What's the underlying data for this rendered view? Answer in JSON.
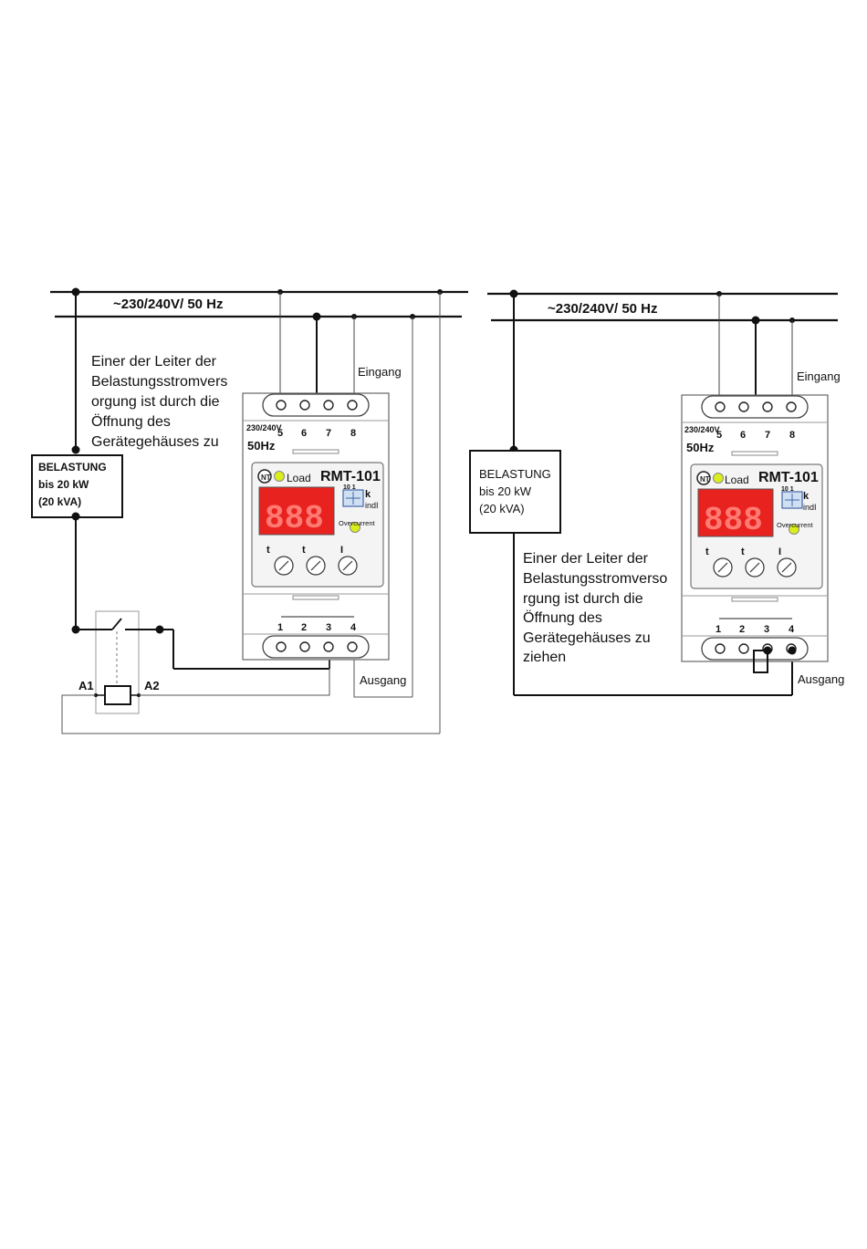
{
  "supply": {
    "label": "~230/240V/ 50 Hz"
  },
  "left": {
    "note": [
      "Einer der Leiter der",
      "Belastungsstromvers",
      "orgung ist durch die",
      "Öffnung des",
      "Gerätegehäuses zu"
    ],
    "load": [
      "BELASTUNG",
      "bis 20 kW",
      "(20 kVA)"
    ],
    "input_label": "Eingang",
    "output_label": "Ausgang",
    "contactor": {
      "a1": "A1",
      "a2": "A2"
    }
  },
  "right": {
    "note": [
      "Einer der Leiter der",
      "Belastungsstromverso",
      "rgung ist durch die",
      "Öffnung des",
      "Gerätegehäuses zu",
      "ziehen"
    ],
    "load": [
      "BELASTUNG",
      "bis 20 kW",
      "(20 kVA)"
    ],
    "input_label": "Eingang",
    "output_label": "Ausgang"
  },
  "device": {
    "voltage": "230/240V",
    "freq": "50Hz",
    "top_terminals": [
      "5",
      "6",
      "7",
      "8"
    ],
    "bottom_terminals": [
      "1",
      "2",
      "3",
      "4"
    ],
    "load_label": "Load",
    "model": "RMT-101",
    "display": "888",
    "dip_numbers": "10 1",
    "k_label": "k",
    "ind_label": "indI",
    "overcurrent": "Overcurrent",
    "knob_labels": [
      "t",
      "t",
      "I"
    ],
    "display_color": "#e8221e",
    "led_color": "#d9ee1a"
  }
}
